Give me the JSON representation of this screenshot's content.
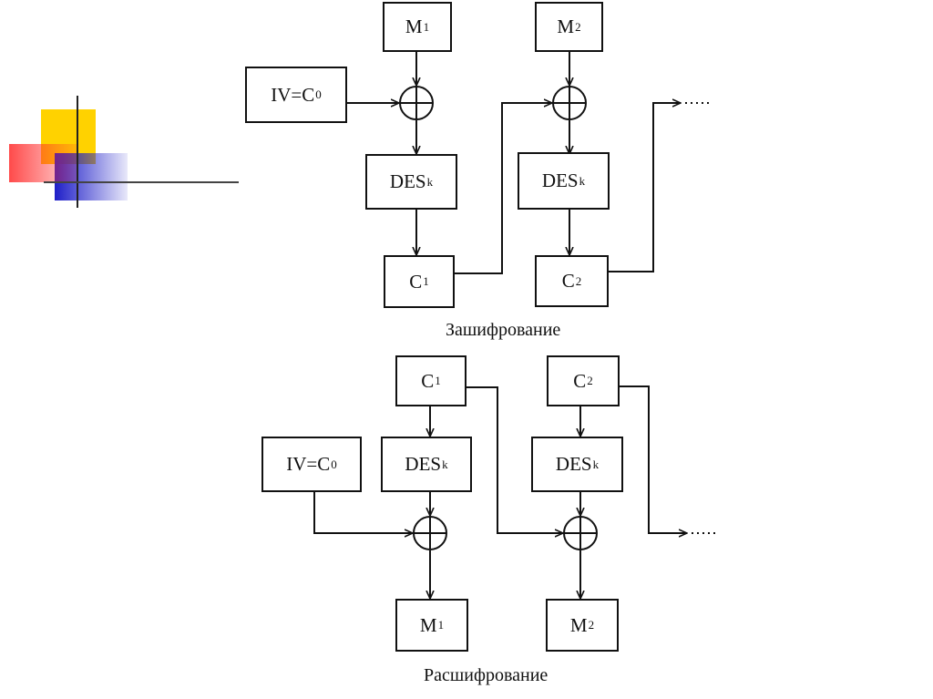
{
  "encryption": {
    "caption": "Зашифрование",
    "m1": {
      "base": "M",
      "sub": "1"
    },
    "m2": {
      "base": "M",
      "sub": "2"
    },
    "iv": {
      "base": "IV=C",
      "sub": "0"
    },
    "des1": {
      "base": "DES",
      "sub": "k"
    },
    "des2": {
      "base": "DES",
      "sub": "k"
    },
    "c1": {
      "base": "C",
      "sub": "1"
    },
    "c2": {
      "base": "C",
      "sub": "2"
    },
    "continuation": "→ ···"
  },
  "decryption": {
    "caption": "Расшифрование",
    "c1": {
      "base": "C",
      "sub": "1"
    },
    "c2": {
      "base": "C",
      "sub": "2"
    },
    "iv": {
      "base": "IV=C",
      "sub": "0"
    },
    "des1": {
      "base": "DES",
      "sub": "k"
    },
    "des2": {
      "base": "DES",
      "sub": "k"
    },
    "m1": {
      "base": "M",
      "sub": "1"
    },
    "m2": {
      "base": "M",
      "sub": "2"
    },
    "continuation": "→ ···"
  },
  "colors": {
    "yellow": "#ffd200",
    "red": "#ff3b3b",
    "blue": "#2c2cc8",
    "line": "#111111"
  }
}
